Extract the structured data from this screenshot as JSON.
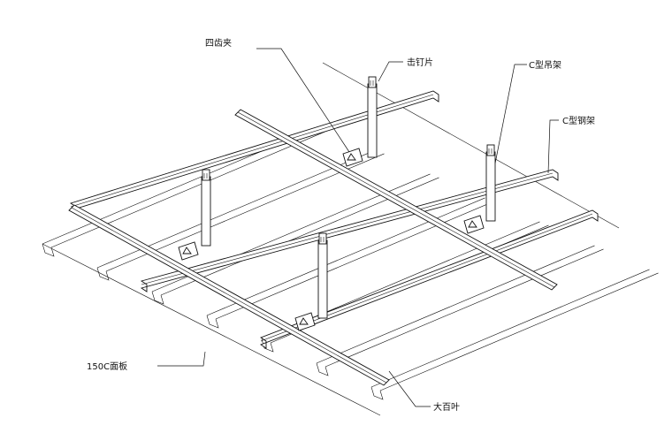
{
  "labels": {
    "four_tooth_clip": "四齿夹",
    "nail_plate": "击钉片",
    "c_hanger": "C型吊架",
    "c_keel": "C型钢架",
    "panel": "150C面板",
    "louver": "大百叶"
  }
}
